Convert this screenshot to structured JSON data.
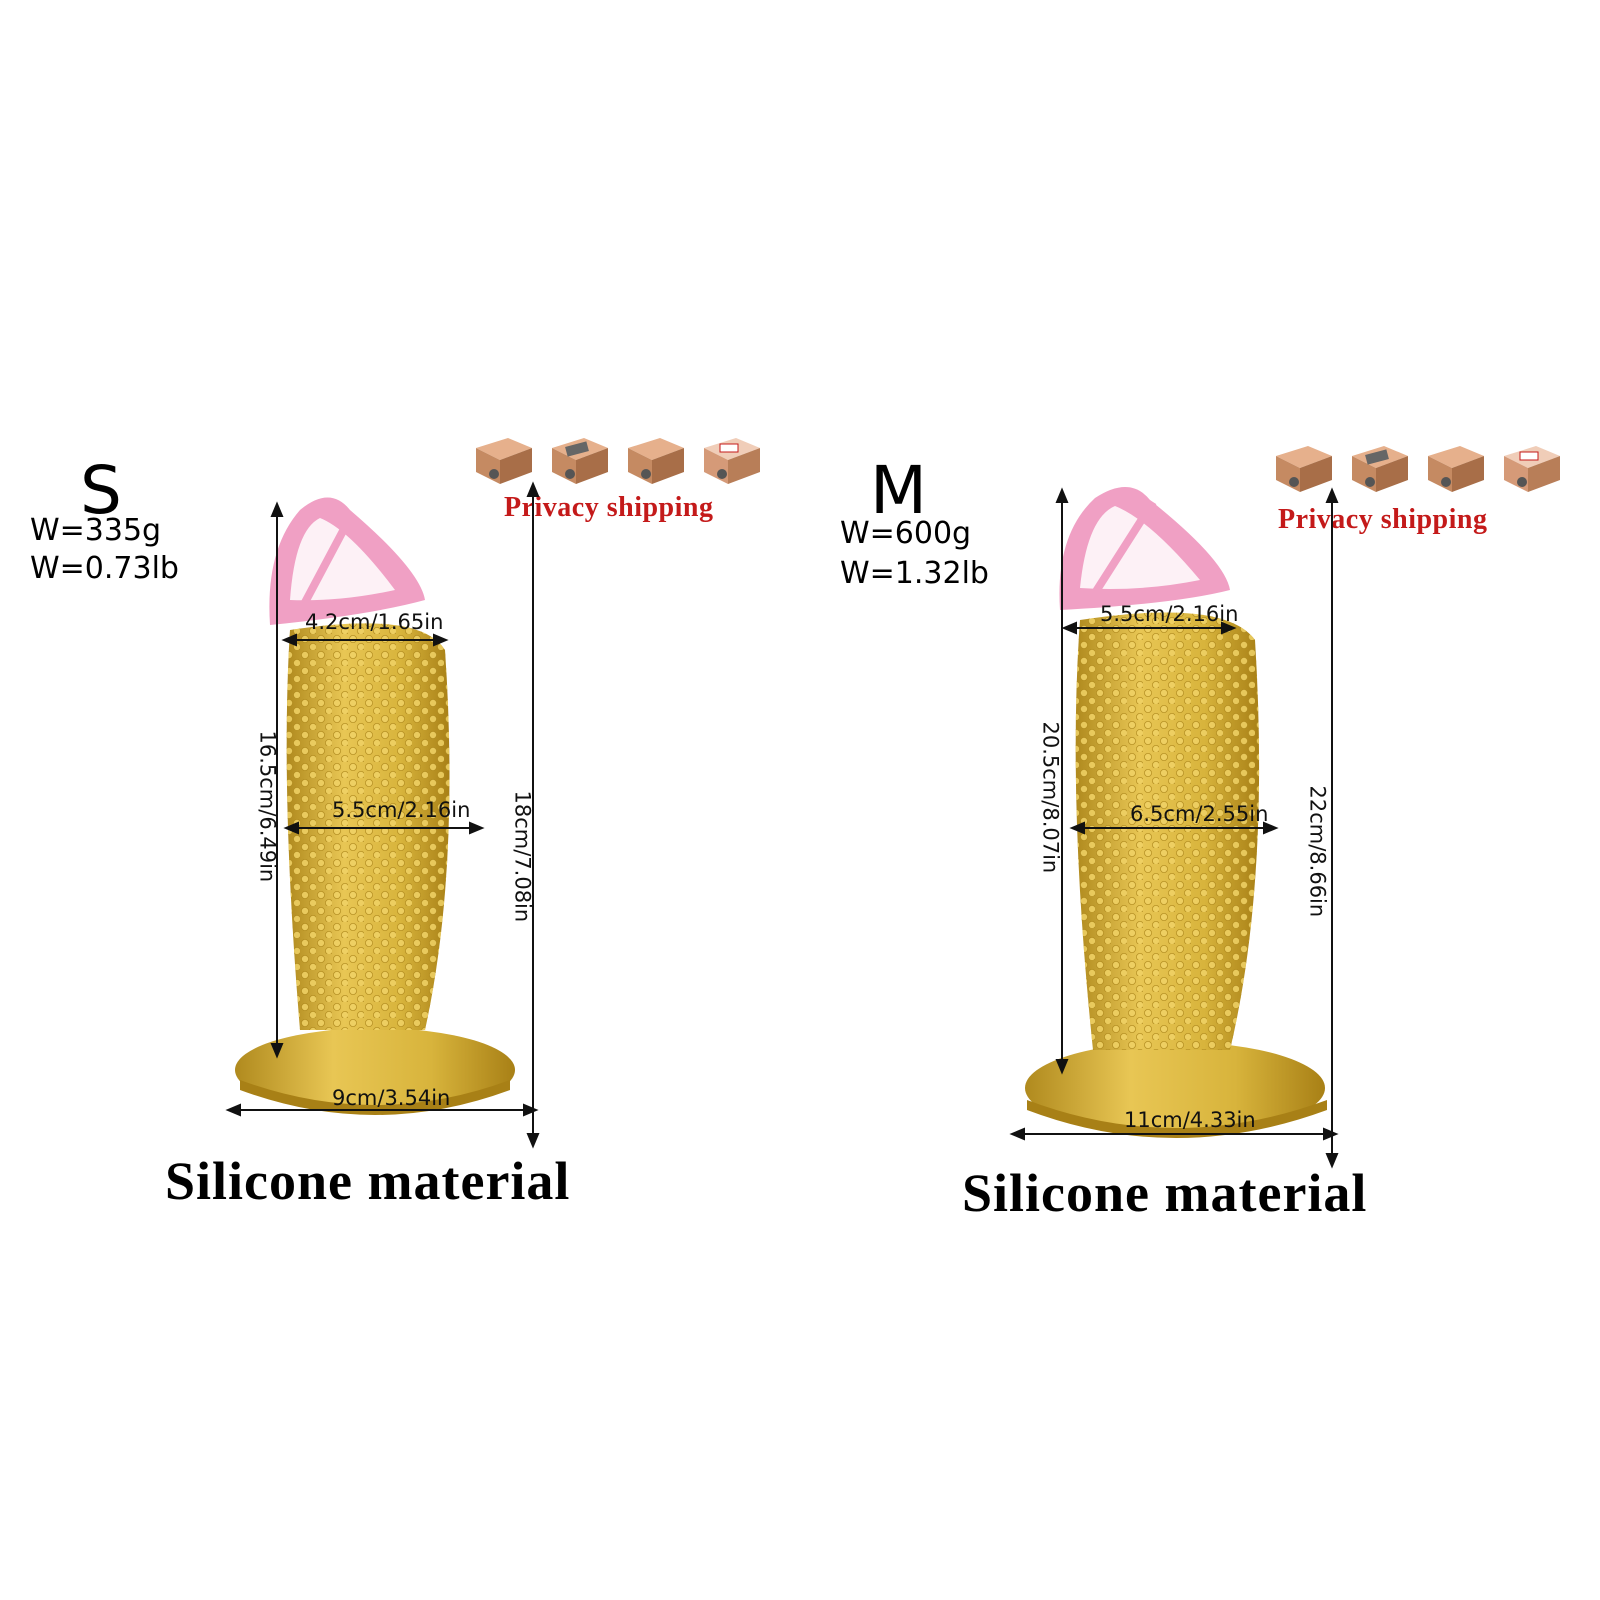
{
  "sizes": [
    {
      "label": "S",
      "weight_g": "W=335g",
      "weight_lb": "W=0.73lb",
      "privacy_text": "Privacy shipping",
      "material": "Silicone material",
      "dims": {
        "head_width": "4.2cm/1.65in",
        "shaft_width": "5.5cm/2.16in",
        "base_width": "9cm/3.54in",
        "insertable_length": "16.5cm/6.49in",
        "total_length": "18cm/7.08in"
      }
    },
    {
      "label": "M",
      "weight_g": "W=600g",
      "weight_lb": "W=1.32lb",
      "privacy_text": "Privacy shipping",
      "material": "Silicone material",
      "dims": {
        "head_width": "5.5cm/2.16in",
        "shaft_width": "6.5cm/2.55in",
        "base_width": "11cm/4.33in",
        "insertable_length": "20.5cm/8.07in",
        "total_length": "22cm/8.66in"
      }
    }
  ],
  "colors": {
    "body_gold": "#d8b43c",
    "body_shadow": "#b08a1e",
    "tip_pink": "#f0a0c4",
    "privacy_red": "#c41a1a",
    "box_brown": "#c58a62"
  }
}
